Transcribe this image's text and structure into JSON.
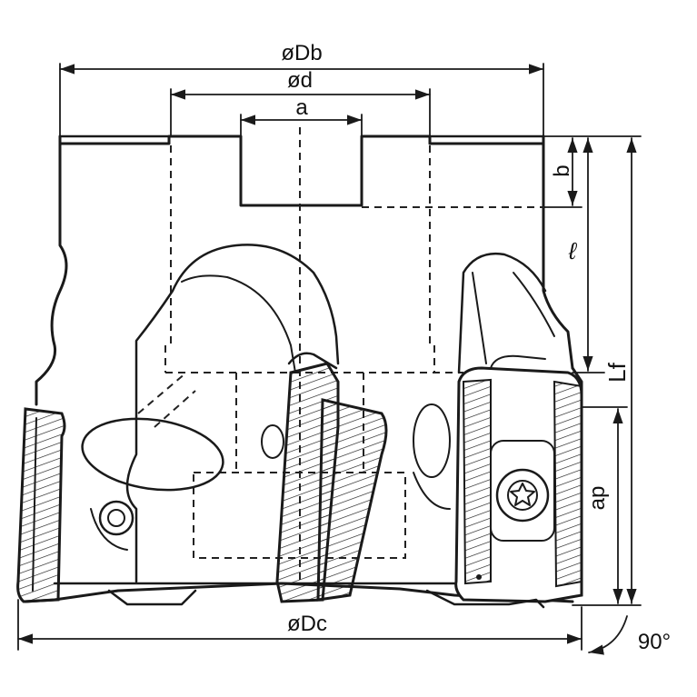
{
  "diagram": {
    "labels": {
      "Db": "øDb",
      "d": "ød",
      "a": "a",
      "b": "b",
      "l": "ℓ",
      "Lf": "Lf",
      "ap": "ap",
      "Dc": "øDc",
      "angle": "90°"
    },
    "colors": {
      "ink": "#1a1a1a",
      "paper": "#ffffff"
    }
  }
}
